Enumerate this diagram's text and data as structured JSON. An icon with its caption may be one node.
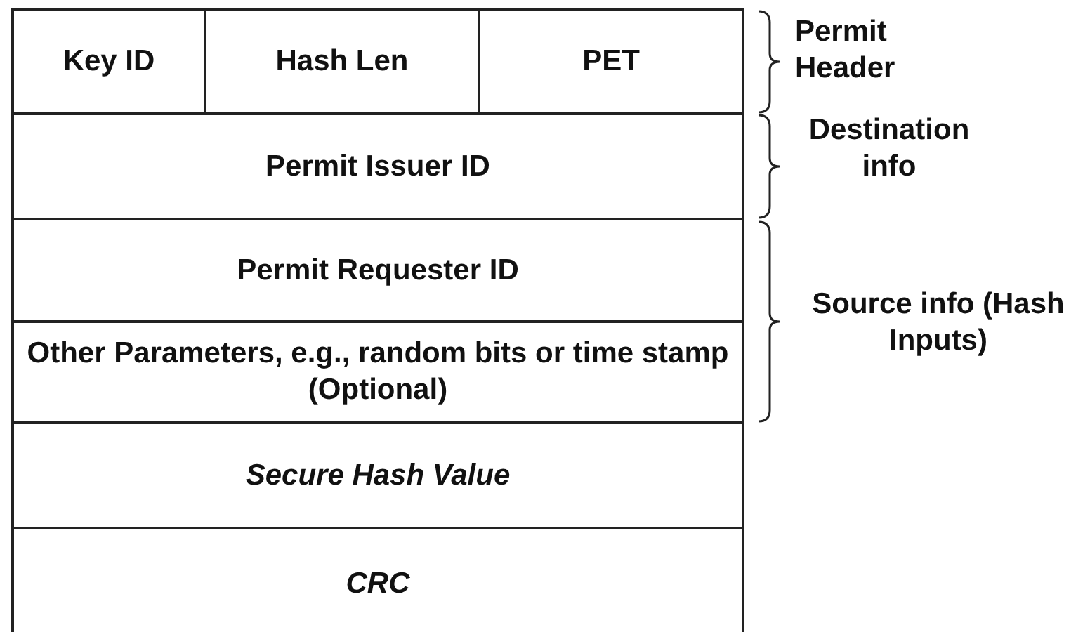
{
  "diagram": {
    "nodes": [
      {
        "text": [
          "Key ID"
        ]
      },
      {
        "text": [
          "Hash Len"
        ]
      },
      {
        "text": [
          "PET"
        ]
      },
      {
        "text": [
          "Permit Issuer ID"
        ]
      },
      {
        "text": [
          "Permit Requester ID"
        ]
      },
      {
        "text": [
          "Other Parameters, e.g., random bits or time stamp (Optional)"
        ]
      },
      {
        "text": [
          "Secure Hash Value"
        ]
      },
      {
        "text": [
          "CRC"
        ]
      }
    ],
    "labels": [
      "Permit Header",
      "Destination info",
      "Source info (Hash Inputs)"
    ]
  }
}
